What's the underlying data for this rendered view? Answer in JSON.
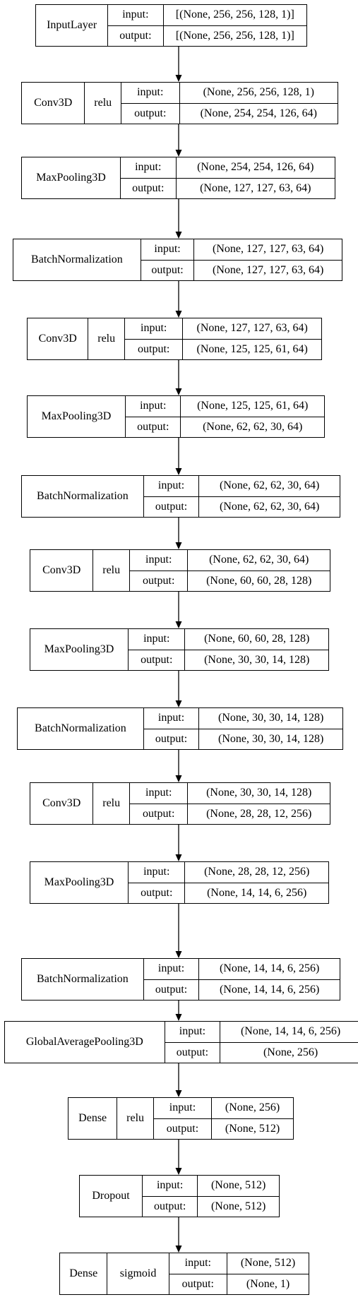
{
  "layers": [
    {
      "name": "InputLayer",
      "activation": null,
      "input": "[(None, 256, 256, 128, 1)]",
      "output": "[(None, 256, 256, 128, 1)]"
    },
    {
      "name": "Conv3D",
      "activation": "relu",
      "input": "(None, 256, 256, 128, 1)",
      "output": "(None, 254, 254, 126, 64)"
    },
    {
      "name": "MaxPooling3D",
      "activation": null,
      "input": "(None, 254, 254, 126, 64)",
      "output": "(None, 127, 127, 63, 64)"
    },
    {
      "name": "BatchNormalization",
      "activation": null,
      "input": "(None, 127, 127, 63, 64)",
      "output": "(None, 127, 127, 63, 64)"
    },
    {
      "name": "Conv3D",
      "activation": "relu",
      "input": "(None, 127, 127, 63, 64)",
      "output": "(None, 125, 125, 61, 64)"
    },
    {
      "name": "MaxPooling3D",
      "activation": null,
      "input": "(None, 125, 125, 61, 64)",
      "output": "(None, 62, 62, 30, 64)"
    },
    {
      "name": "BatchNormalization",
      "activation": null,
      "input": "(None, 62, 62, 30, 64)",
      "output": "(None, 62, 62, 30, 64)"
    },
    {
      "name": "Conv3D",
      "activation": "relu",
      "input": "(None, 62, 62, 30, 64)",
      "output": "(None, 60, 60, 28, 128)"
    },
    {
      "name": "MaxPooling3D",
      "activation": null,
      "input": "(None, 60, 60, 28, 128)",
      "output": "(None, 30, 30, 14, 128)"
    },
    {
      "name": "BatchNormalization",
      "activation": null,
      "input": "(None, 30, 30, 14, 128)",
      "output": "(None, 30, 30, 14, 128)"
    },
    {
      "name": "Conv3D",
      "activation": "relu",
      "input": "(None, 30, 30, 14, 128)",
      "output": "(None, 28, 28, 12, 256)"
    },
    {
      "name": "MaxPooling3D",
      "activation": null,
      "input": "(None, 28, 28, 12, 256)",
      "output": "(None, 14, 14, 6, 256)"
    },
    {
      "name": "BatchNormalization",
      "activation": null,
      "input": "(None, 14, 14, 6, 256)",
      "output": "(None, 14, 14, 6, 256)"
    },
    {
      "name": "GlobalAveragePooling3D",
      "activation": null,
      "input": "(None, 14, 14, 6, 256)",
      "output": "(None, 256)"
    },
    {
      "name": "Dense",
      "activation": "relu",
      "input": "(None, 256)",
      "output": "(None, 512)"
    },
    {
      "name": "Dropout",
      "activation": null,
      "input": "(None, 512)",
      "output": "(None, 512)"
    },
    {
      "name": "Dense",
      "activation": "sigmoid",
      "input": "(None, 512)",
      "output": "(None, 1)"
    }
  ],
  "labels": {
    "input": "input:",
    "output": "output:"
  }
}
